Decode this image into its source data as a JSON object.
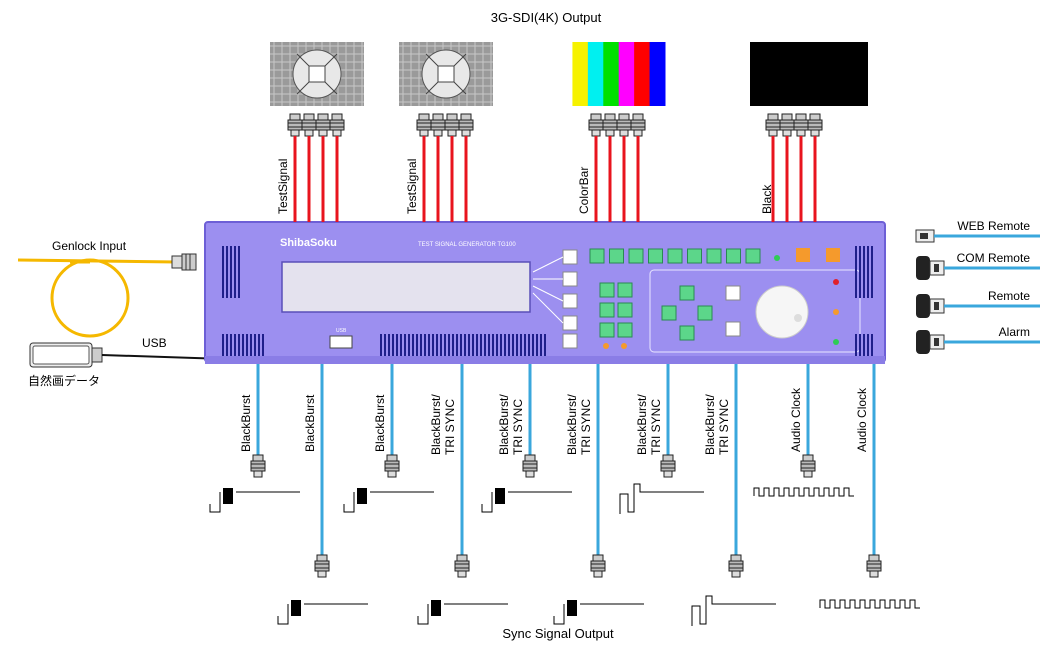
{
  "diagram": {
    "title_top": "3G-SDI(4K) Output",
    "title_bottom": "Sync Signal Output",
    "genlock_label": "Genlock Input",
    "usb_label": "USB",
    "usb_device_label": "自然画データ",
    "brand_label": "ShibaSoku",
    "model_label": "TEST SIGNAL GENERATOR TG100",
    "usb_port_label": "USB",
    "output_groups": [
      {
        "label": "TestSignal",
        "pattern": "test-chart"
      },
      {
        "label": "TestSignal",
        "pattern": "test-chart"
      },
      {
        "label": "ColorBar",
        "pattern": "color-bars"
      },
      {
        "label": "Black",
        "pattern": "black"
      }
    ],
    "remote_ports": [
      {
        "label": "WEB Remote",
        "type": "rj45"
      },
      {
        "label": "COM Remote",
        "type": "dsub"
      },
      {
        "label": "Remote",
        "type": "dsub"
      },
      {
        "label": "Alarm",
        "type": "dsub"
      }
    ],
    "sync_outputs": [
      {
        "label": "BlackBurst",
        "waveform": "blackburst"
      },
      {
        "label": "BlackBurst",
        "waveform": "blackburst"
      },
      {
        "label": "BlackBurst",
        "waveform": "blackburst"
      },
      {
        "label": "BlackBurst/ TRI SYNC",
        "waveform": "blackburst"
      },
      {
        "label": "BlackBurst/ TRI SYNC",
        "waveform": "blackburst"
      },
      {
        "label": "BlackBurst/ TRI SYNC",
        "waveform": "blackburst"
      },
      {
        "label": "BlackBurst/ TRI SYNC",
        "waveform": "trisync"
      },
      {
        "label": "BlackBurst/ TRI SYNC",
        "waveform": "trisync"
      },
      {
        "label": "Audio Clock",
        "waveform": "clock"
      },
      {
        "label": "Audio Clock",
        "waveform": "clock"
      }
    ],
    "colors": {
      "panel": "#9c8ff0",
      "panel_border": "#6d5fd6",
      "sdi_cable": "#e8141e",
      "sync_cable": "#3aa7dc",
      "genlock_cable": "#f5b800",
      "button_green": "#5cd68a",
      "button_orange": "#f59a2c"
    }
  }
}
